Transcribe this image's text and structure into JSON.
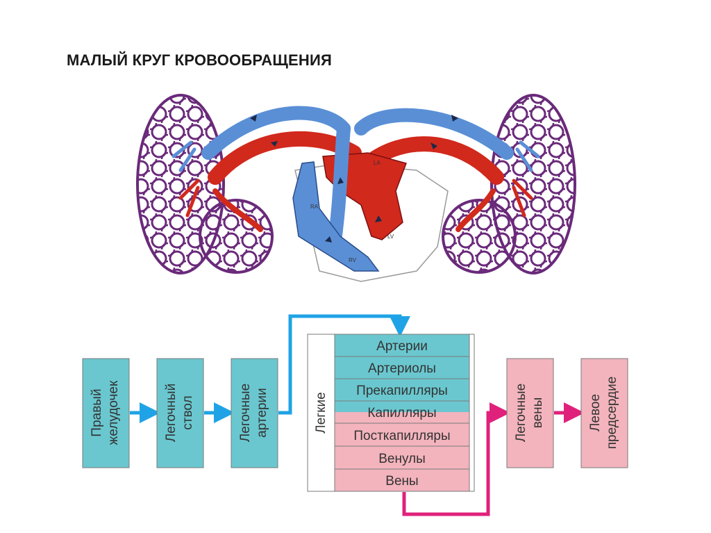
{
  "title": "МАЛЫЙ КРУГ КРОВООБРАЩЕНИЯ",
  "colors": {
    "artery_blue": "#5a8fd6",
    "vein_red": "#d1291c",
    "capillary_purple": "#6a2a7a",
    "box_cyan": "#6ac7cf",
    "box_pink": "#f3b4bd",
    "arrow_blue": "#1fa3e6",
    "arrow_pink": "#e0217b"
  },
  "illustration": {
    "labels": {
      "ra": "RA",
      "rv": "RV",
      "la": "LA",
      "lv": "LV"
    }
  },
  "flow": {
    "boxes": [
      {
        "label_lines": [
          "Правый",
          "желудочек"
        ]
      },
      {
        "label_lines": [
          "Легочный",
          "ствол"
        ]
      },
      {
        "label_lines": [
          "Легочные",
          "артерии"
        ]
      },
      {
        "label_lines": [
          "Легочные",
          "вены"
        ]
      },
      {
        "label_lines": [
          "Левое",
          "предсердие"
        ]
      }
    ],
    "lungs": {
      "label": "Легкие",
      "rows": [
        "Артерии",
        "Артериолы",
        "Прекапилляры",
        "Капилляры",
        "Посткапилляры",
        "Венулы",
        "Вены"
      ]
    }
  }
}
